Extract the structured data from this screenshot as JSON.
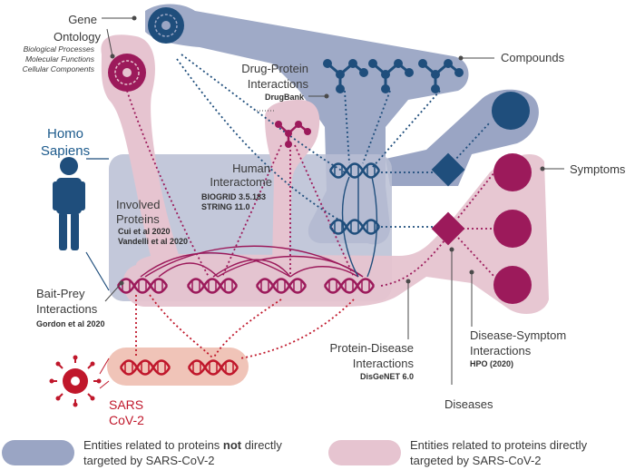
{
  "labels": {
    "gene_ontology": [
      "Gene",
      "Ontology"
    ],
    "go_sub": [
      "Biological Processes",
      "Molecular Functions",
      "Cellular Components"
    ],
    "compounds": "Compounds",
    "drug_protein": [
      "Drug-Protein",
      "Interactions"
    ],
    "drugbank": "DrugBank",
    "homo_sapiens": [
      "Homo",
      "Sapiens"
    ],
    "human_interactome": [
      "Human",
      "Interactome"
    ],
    "biogrid": "BIOGRID 3.5.183",
    "string": "STRING 11.0",
    "involved_proteins": [
      "Involved",
      "Proteins"
    ],
    "cui": "Cui et al 2020",
    "vandelli": "Vandelli et al 2020",
    "symptoms": "Symptoms",
    "bait_prey": [
      "Bait-Prey",
      "Interactions"
    ],
    "gordon": "Gordon et al 2020",
    "protein_disease": [
      "Protein-Disease",
      "Interactions"
    ],
    "disgenet": "DisGeNET 6.0",
    "disease_symptom": [
      "Disease-Symptom",
      "Interactions"
    ],
    "hpo": "HPO (2020)",
    "sars": [
      "SARS",
      "CoV-2"
    ],
    "diseases": "Diseases"
  },
  "legend": {
    "blue_pre": "Entities related to proteins ",
    "blue_bold": "not",
    "blue_post": " directly",
    "blue_line2": "targeted by SARS-CoV-2",
    "pink_line1": "Entities related to proteins directly",
    "pink_line2": "targeted by SARS-CoV-2"
  },
  "colors": {
    "blue_fill": "#9aa5c4",
    "pink_fill": "#e6c4d0",
    "dark_blue": "#1f4e7c",
    "magenta": "#9c1a5b",
    "red": "#c0172b"
  }
}
